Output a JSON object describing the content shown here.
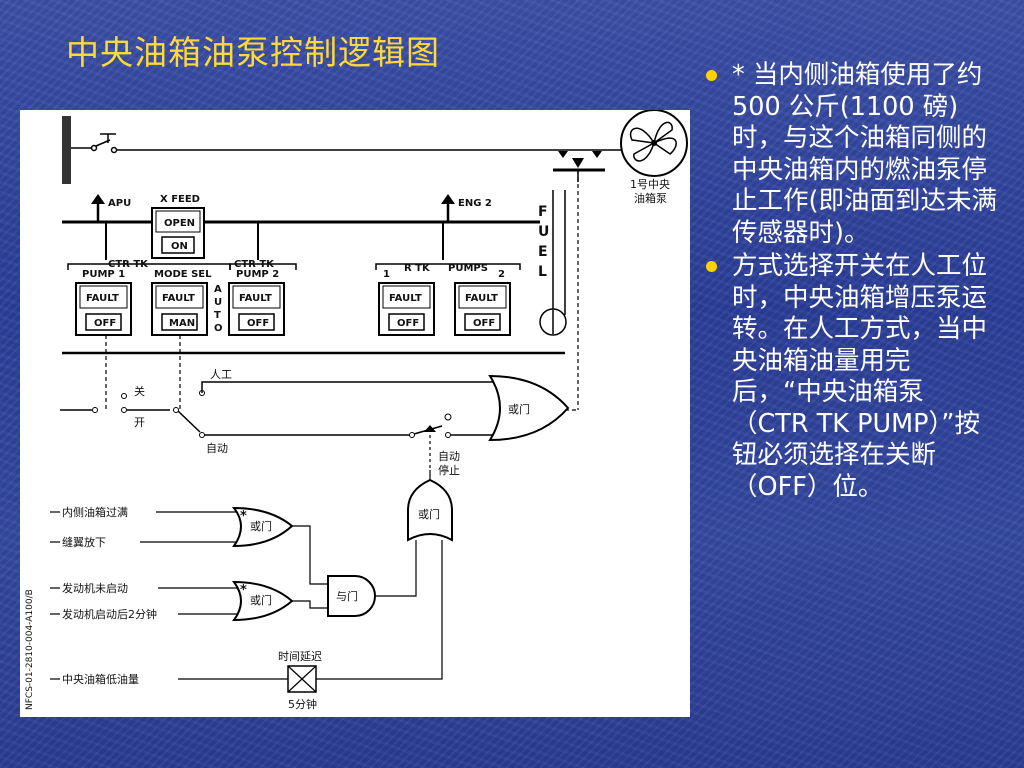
{
  "title": "中央油箱油泵控制逻辑图",
  "diagram": {
    "apu": "APU",
    "x_feed": "X FEED",
    "open": "OPEN",
    "on": "ON",
    "eng2": "ENG 2",
    "ctr_tk_left": "CTR TK",
    "ctr_tk_right": "CTR TK",
    "pump1": "PUMP 1",
    "mode_sel": "MODE SEL",
    "pump2": "PUMP 2",
    "rtk_1": "1",
    "rtk": "R TK",
    "pumps": "PUMPS",
    "rtk_2": "2",
    "fault": "FAULT",
    "off": "OFF",
    "man": "MAN",
    "auto": [
      "A",
      "U",
      "T",
      "O"
    ],
    "fuel": [
      "F",
      "U",
      "E",
      "L"
    ],
    "pump_label": [
      "1号中央",
      "油箱泵"
    ],
    "manual": "人工",
    "close": "关",
    "open_cn": "开",
    "automatic": "自动",
    "or_gate": "或门",
    "and_gate": "与门",
    "auto_stop": [
      "自动",
      "停止"
    ],
    "inputs": [
      "内侧油箱过满",
      "缝翼放下",
      "发动机未启动",
      "发动机启动后2分钟",
      "中央油箱低油量"
    ],
    "time_delay": "时间延迟",
    "five_min": "5分钟",
    "star": "*",
    "doc_code": "NFCS-01-2810-004-A100/B"
  },
  "bullets": [
    "* 当内侧油箱使用了约500 公斤(1100 磅)时，与这个油箱同侧的中央油箱内的燃油泵停止工作(即油面到达未满传感器时)。",
    "方式选择开关在人工位时，中央油箱增压泵运转。在人工方式，当中央油箱油量用完后，“中央油箱泵（CTR TK PUMP）”按钮必须选择在关断（OFF）位。"
  ]
}
